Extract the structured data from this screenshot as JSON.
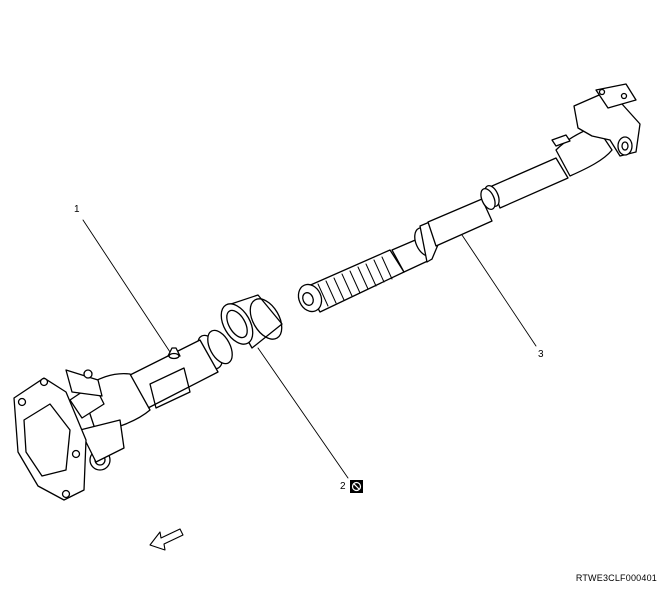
{
  "callouts": {
    "part1": "1",
    "part2": "2",
    "part3": "3"
  },
  "figure_id": "RTWE3CLF000401",
  "icons": {
    "no_reuse": "no-reuse-icon",
    "front_direction": "direction-arrow-icon"
  }
}
